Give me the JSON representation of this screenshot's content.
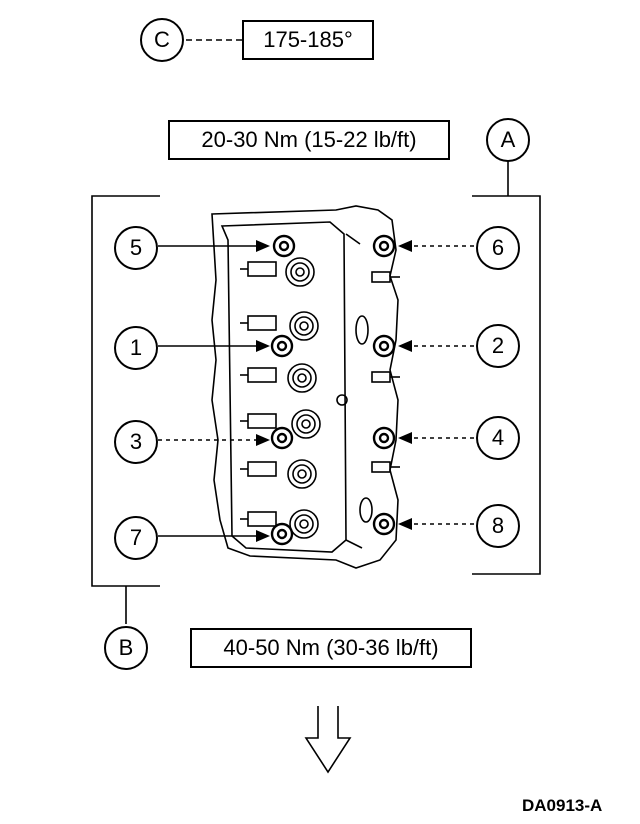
{
  "callouts": {
    "a": "A",
    "b": "B",
    "c": "C"
  },
  "angle_spec": "175-185°",
  "torque_step_a": "20-30 Nm (15-22 lb/ft)",
  "torque_step_b": "40-50 Nm (30-36 lb/ft)",
  "sequence": [
    "1",
    "2",
    "3",
    "4",
    "5",
    "6",
    "7",
    "8"
  ],
  "reference_code": "DA0913-A"
}
